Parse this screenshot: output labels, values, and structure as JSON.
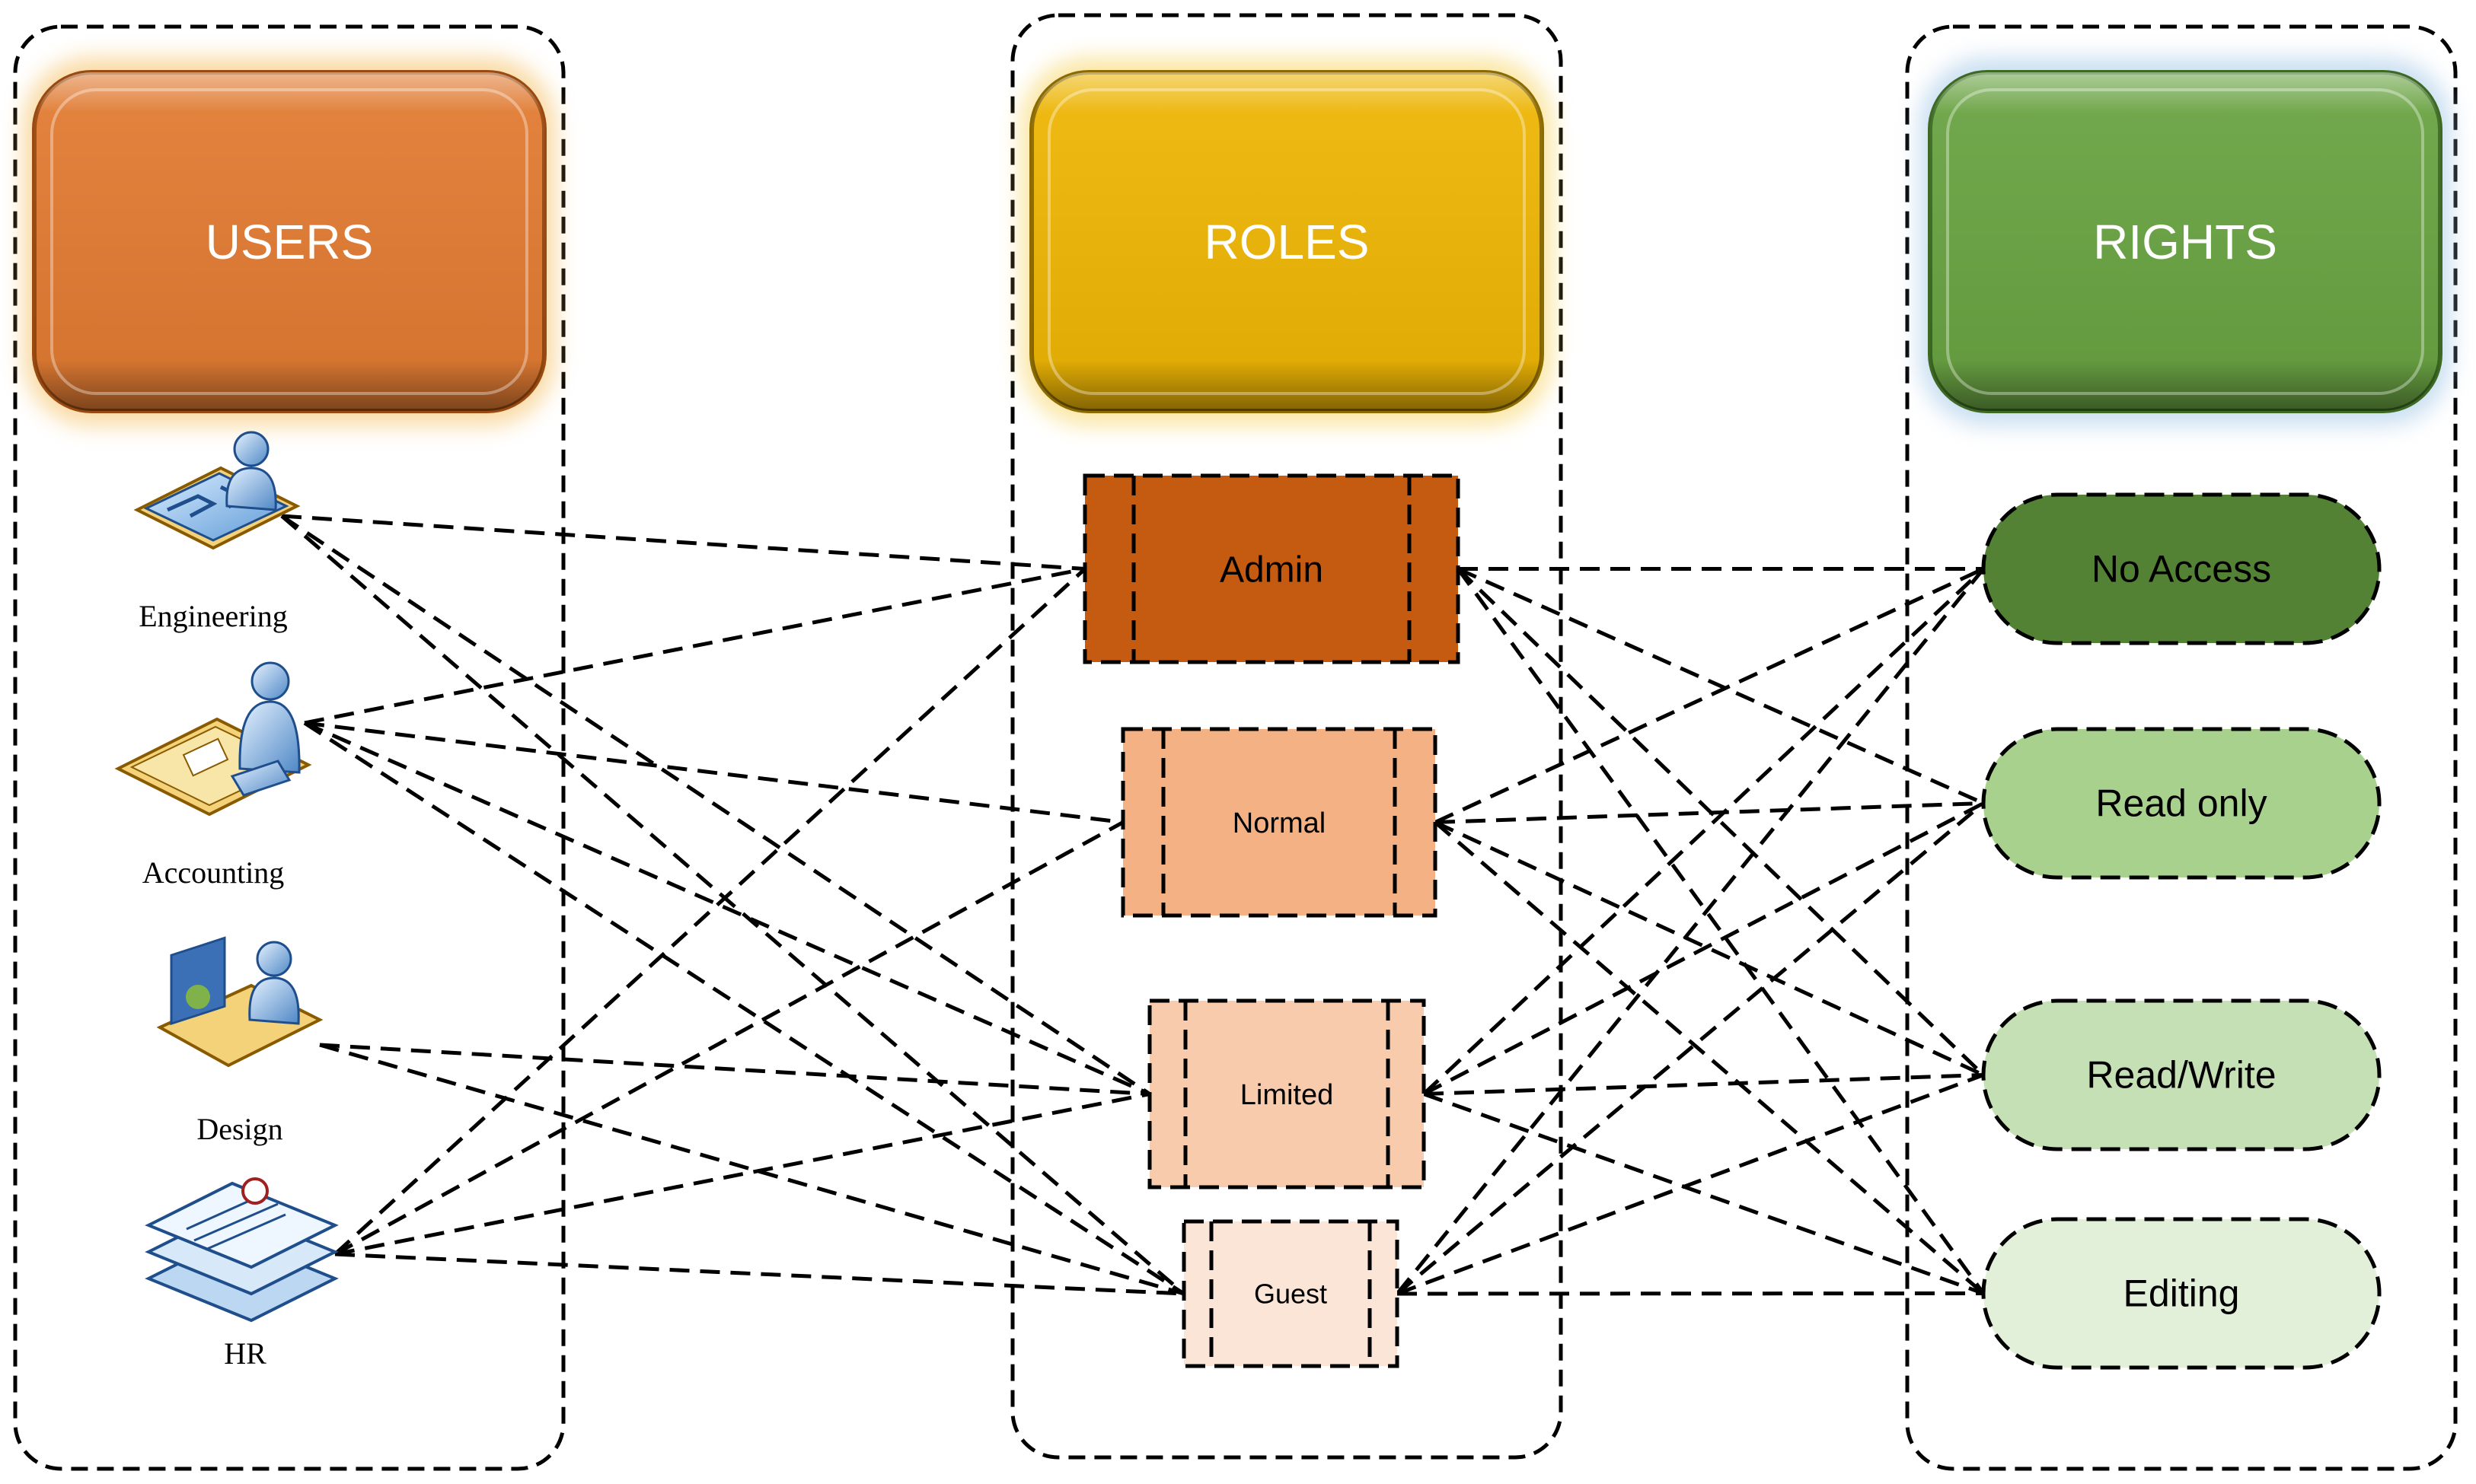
{
  "columns": {
    "users": {
      "label": "USERS",
      "color": "#E07B33"
    },
    "roles": {
      "label": "ROLES",
      "color": "#EDB506"
    },
    "rights": {
      "label": "RIGHTS",
      "color": "#6AA343"
    }
  },
  "users": [
    {
      "id": "engineering",
      "label": "Engineering",
      "icon": "engineer-at-desk-icon"
    },
    {
      "id": "accounting",
      "label": "Accounting",
      "icon": "accountant-at-desk-icon"
    },
    {
      "id": "design",
      "label": "Design",
      "icon": "designer-at-easel-icon"
    },
    {
      "id": "hr",
      "label": "HR",
      "icon": "hr-documents-icon"
    }
  ],
  "roles": [
    {
      "id": "admin",
      "label": "Admin",
      "fill": "#C55A11"
    },
    {
      "id": "normal",
      "label": "Normal",
      "fill": "#F4B183"
    },
    {
      "id": "limited",
      "label": "Limited",
      "fill": "#F8CBAD"
    },
    {
      "id": "guest",
      "label": "Guest",
      "fill": "#FBE5D6"
    }
  ],
  "rights": [
    {
      "id": "no-access",
      "label": "No Access",
      "fill": "#548235"
    },
    {
      "id": "read-only",
      "label": "Read only",
      "fill": "#A9D18E"
    },
    {
      "id": "read-write",
      "label": "Read/Write",
      "fill": "#C5E0B4"
    },
    {
      "id": "editing",
      "label": "Editing",
      "fill": "#E2F0D9"
    }
  ],
  "user_role_links": [
    [
      "engineering",
      "admin"
    ],
    [
      "engineering",
      "limited"
    ],
    [
      "engineering",
      "guest"
    ],
    [
      "accounting",
      "admin"
    ],
    [
      "accounting",
      "normal"
    ],
    [
      "accounting",
      "limited"
    ],
    [
      "accounting",
      "guest"
    ],
    [
      "design",
      "limited"
    ],
    [
      "design",
      "guest"
    ],
    [
      "hr",
      "admin"
    ],
    [
      "hr",
      "normal"
    ],
    [
      "hr",
      "limited"
    ],
    [
      "hr",
      "guest"
    ]
  ],
  "role_right_links": [
    [
      "admin",
      "no-access"
    ],
    [
      "admin",
      "read-only"
    ],
    [
      "admin",
      "read-write"
    ],
    [
      "admin",
      "editing"
    ],
    [
      "normal",
      "no-access"
    ],
    [
      "normal",
      "read-only"
    ],
    [
      "normal",
      "read-write"
    ],
    [
      "normal",
      "editing"
    ],
    [
      "limited",
      "no-access"
    ],
    [
      "limited",
      "read-only"
    ],
    [
      "limited",
      "read-write"
    ],
    [
      "limited",
      "editing"
    ],
    [
      "guest",
      "no-access"
    ],
    [
      "guest",
      "read-only"
    ],
    [
      "guest",
      "read-write"
    ],
    [
      "guest",
      "editing"
    ]
  ]
}
